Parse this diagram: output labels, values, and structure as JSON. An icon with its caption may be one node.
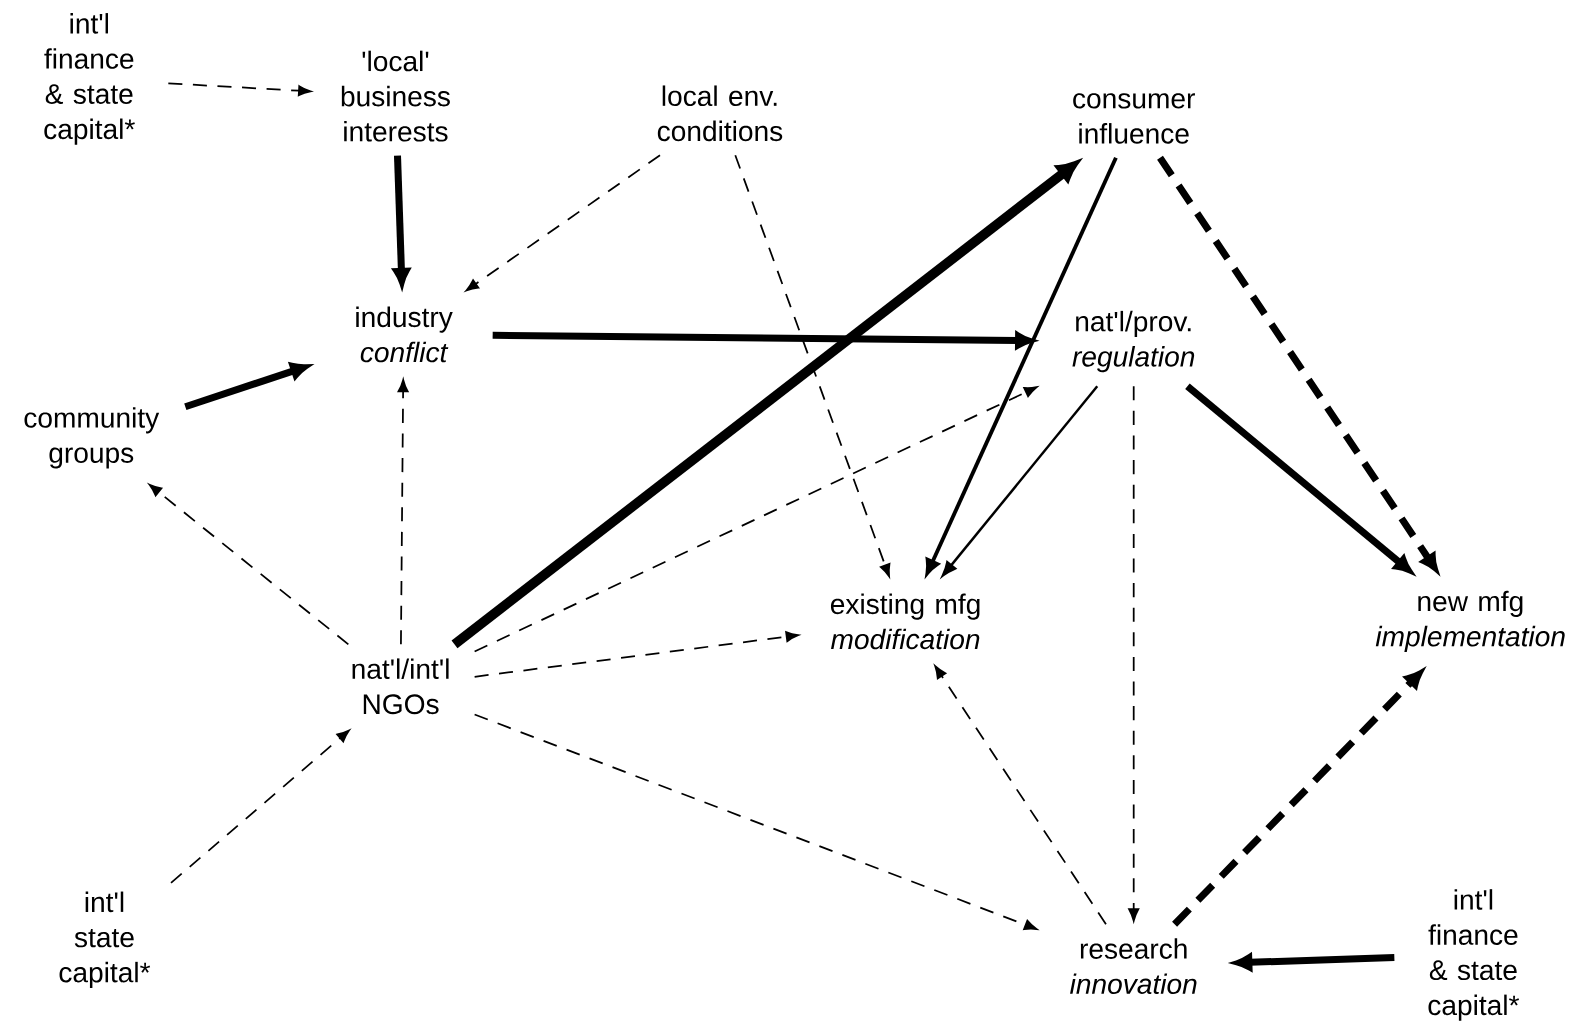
{
  "diagram": {
    "nodes": [
      {
        "text": [
          "int'l finance & state capital*"
        ]
      },
      {
        "text": [
          "'local' business interests"
        ]
      },
      {
        "text": [
          "local env. conditions"
        ]
      },
      {
        "text": [
          "consumer influence"
        ]
      },
      {
        "text": [
          "industry",
          "conflict"
        ]
      },
      {
        "text": [
          "community groups"
        ]
      },
      {
        "text": [
          "nat'l/prov.",
          "regulation"
        ]
      },
      {
        "text": [
          "existing mfg",
          "modification"
        ]
      },
      {
        "text": [
          "new mfg",
          "implementation"
        ]
      },
      {
        "text": [
          "nat'l/int'l NGOs"
        ]
      },
      {
        "text": [
          "int'l state capital*"
        ]
      },
      {
        "text": [
          "research",
          "innovation"
        ]
      },
      {
        "text": [
          "int'l finance & state capital*"
        ]
      }
    ],
    "edges": [
      {
        "from": 0,
        "to": 1,
        "arrow": "to",
        "style": "dashed"
      },
      {
        "from": 1,
        "to": 4,
        "arrow": "to",
        "style": "thick"
      },
      {
        "from": 2,
        "to": 4,
        "arrow": "to",
        "style": "dashed"
      },
      {
        "from": 2,
        "to": 7,
        "arrow": "to",
        "style": "dashed"
      },
      {
        "from": 4,
        "to": 6,
        "arrow": "to",
        "style": "thick"
      },
      {
        "from": 5,
        "to": 4,
        "arrow": "to",
        "style": "thick"
      },
      {
        "from": 9,
        "to": 3,
        "arrow": "to",
        "style": "thick"
      },
      {
        "from": 3,
        "to": 7,
        "arrow": "to"
      },
      {
        "from": 3,
        "to": 8,
        "arrow": "to",
        "style": "dashed"
      },
      {
        "from": 6,
        "to": 7,
        "arrow": "to"
      },
      {
        "from": 6,
        "to": 11,
        "arrow": "to",
        "style": "dashed"
      },
      {
        "from": 6,
        "to": 8,
        "arrow": "to",
        "style": "thick"
      },
      {
        "from": 9,
        "to": 4,
        "arrow": "to",
        "style": "dashed"
      },
      {
        "from": 9,
        "to": 5,
        "arrow": "to",
        "style": "dashed"
      },
      {
        "from": 9,
        "to": 6,
        "arrow": "to",
        "style": "dashed"
      },
      {
        "from": 9,
        "to": 7,
        "arrow": "to",
        "style": "dashed"
      },
      {
        "from": 9,
        "to": 11,
        "arrow": "to",
        "style": "dashed"
      },
      {
        "from": 10,
        "to": 9,
        "arrow": "to",
        "style": "dashed"
      },
      {
        "from": 11,
        "to": 7,
        "arrow": "to",
        "style": "dashed"
      },
      {
        "from": 11,
        "to": 8,
        "arrow": "to",
        "style": "dashed"
      },
      {
        "from": 12,
        "to": 11,
        "arrow": "to",
        "style": "thick"
      }
    ]
  }
}
